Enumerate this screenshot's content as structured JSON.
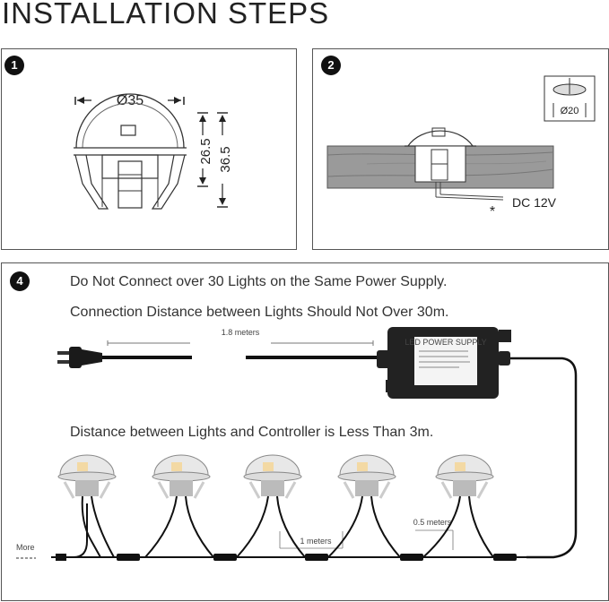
{
  "title": "INSTALLATION STEPS",
  "step1": {
    "badge": "1",
    "diameter_label": "Ø35",
    "height_inner": "26.5",
    "height_outer": "36.5"
  },
  "step2": {
    "badge": "2",
    "hole_label": "Ø20",
    "power_label": "DC 12V",
    "asterisk": "*"
  },
  "step4": {
    "badge": "4",
    "line1": "Do Not Connect over 30 Lights on the Same Power Supply.",
    "line2": "Connection Distance between Lights Should Not Over 30m.",
    "line3": "Distance between Lights and Controller is Less Than 3m.",
    "cable_length": "1.8 meters",
    "spacing_between_lights": "1 meters",
    "branch_length": "0.5 meters",
    "more_label": "More",
    "power_supply_label": "LED POWER SUPPLY"
  },
  "colors": {
    "border": "#555555",
    "badge_bg": "#111111",
    "cable": "#111111",
    "wood": "#9a9a9a"
  }
}
